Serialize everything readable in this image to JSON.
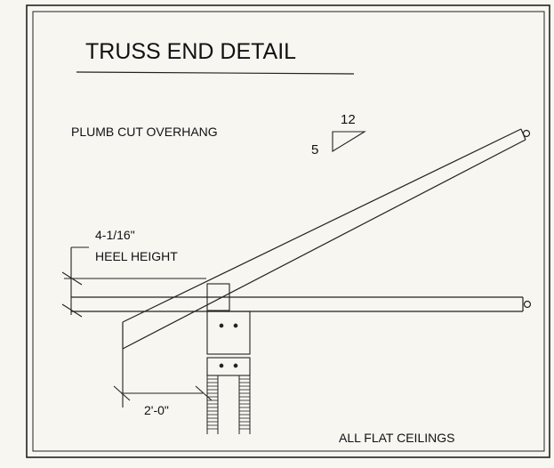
{
  "title": "TRUSS END DETAIL",
  "overhang_label": "PLUMB CUT OVERHANG",
  "pitch": {
    "rise": "5",
    "run": "12"
  },
  "heel": {
    "dimension": "4-1/16\"",
    "label": "HEEL HEIGHT"
  },
  "overhang_dimension": "2'-0\"",
  "note": "ALL FLAT CEILINGS"
}
